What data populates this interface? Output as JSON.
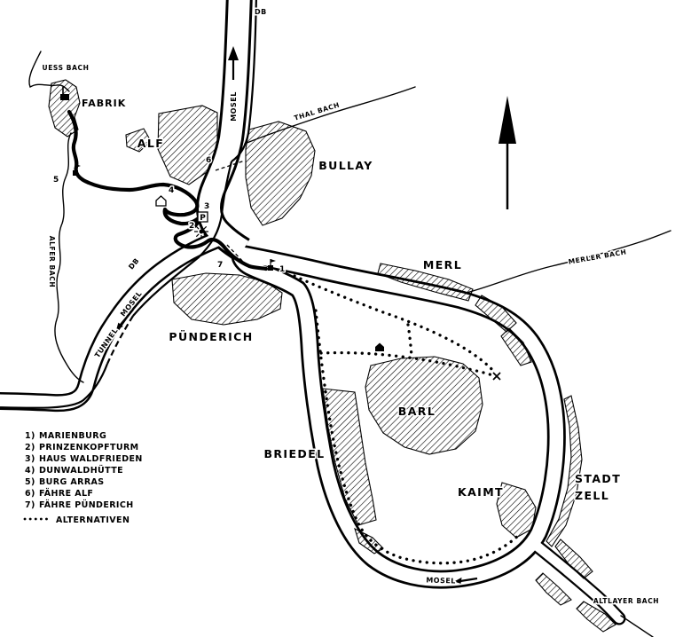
{
  "colors": {
    "ink": "#000000",
    "paper": "#ffffff"
  },
  "map": {
    "places": {
      "fabrik": "FABRIK",
      "alf": "ALF",
      "bullay": "BULLAY",
      "merl": "MERL",
      "puenderich": "PÜNDERICH",
      "briedel": "BRIEDEL",
      "barl": "BARL",
      "kaimt": "KAIMT",
      "stadt": "STADT",
      "zell": "ZELL"
    },
    "waters": {
      "uess_bach": "UESS BACH",
      "thal_bach": "THAL BACH",
      "merler_bach": "MERLER BACH",
      "alfer_bach": "ALFER BACH",
      "altlayer_bach": "ALTLAYER BACH",
      "mosel_top": "MOSEL",
      "mosel_sw": "MOSEL",
      "mosel_bottom": "MOSEL"
    },
    "railway": {
      "db_top": "DB",
      "db_sw": "DB",
      "tunnel": "TUNNEL"
    },
    "markers": {
      "m1": "1",
      "m2": "2",
      "m3": "3",
      "m4": "4",
      "m5": "5",
      "m6": "6",
      "m7": "7",
      "parking": "P"
    },
    "legend": {
      "items": [
        {
          "num": "1)",
          "label": "MARIENBURG"
        },
        {
          "num": "2)",
          "label": "PRINZENKOPFTURM"
        },
        {
          "num": "3)",
          "label": "HAUS WALDFRIEDEN"
        },
        {
          "num": "4)",
          "label": "DUNWALDHÜTTE"
        },
        {
          "num": "5)",
          "label": "BURG ARRAS"
        },
        {
          "num": "6)",
          "label": "FÄHRE ALF"
        },
        {
          "num": "7)",
          "label": "FÄHRE PÜNDERICH"
        }
      ],
      "alternatives": "ALTERNATIVEN"
    }
  }
}
